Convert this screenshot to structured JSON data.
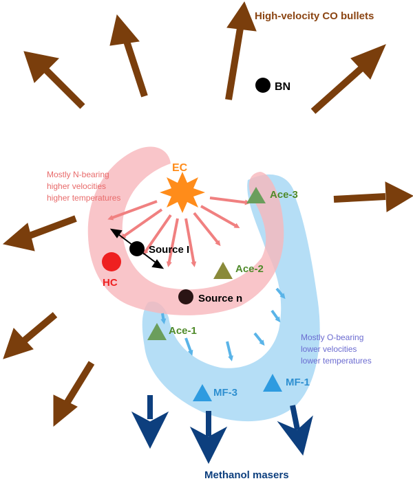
{
  "title": "High-velocity CO bullets",
  "bottom_label": "Methanol masers",
  "n_region": {
    "lines": [
      "Mostly N-bearing",
      "higher velocities",
      "higher temperatures"
    ],
    "color": "#f7a0a8"
  },
  "o_region": {
    "lines": [
      "Mostly O-bearing",
      "lower velocities",
      "lower temperatures"
    ],
    "color": "#a8d8f4"
  },
  "sources": {
    "bn": "BN",
    "ec": "EC",
    "source_i": "Source I",
    "source_n": "Source n",
    "hc": "HC",
    "ace1": "Ace-1",
    "ace2": "Ace-2",
    "ace3": "Ace-3",
    "mf1": "MF-1",
    "mf3": "MF-3"
  },
  "colors": {
    "co_arrow": "#7a3e0c",
    "title": "#8b4513",
    "maser_arrow": "#0d3f7e",
    "pink_arrow": "#f08080",
    "blue_arrow": "#5ab4e8",
    "ec_star": "#ff8c1a",
    "hc": "#ee2020",
    "ace_triangle": "#6b9e5c",
    "ace2_triangle": "#8a8a3a",
    "mf_triangle": "#2e9be0",
    "ace_label": "#4f8a2a",
    "mf_label": "#2e8fd0",
    "n_text": "#e86a6a",
    "o_text": "#6b6bd0"
  }
}
